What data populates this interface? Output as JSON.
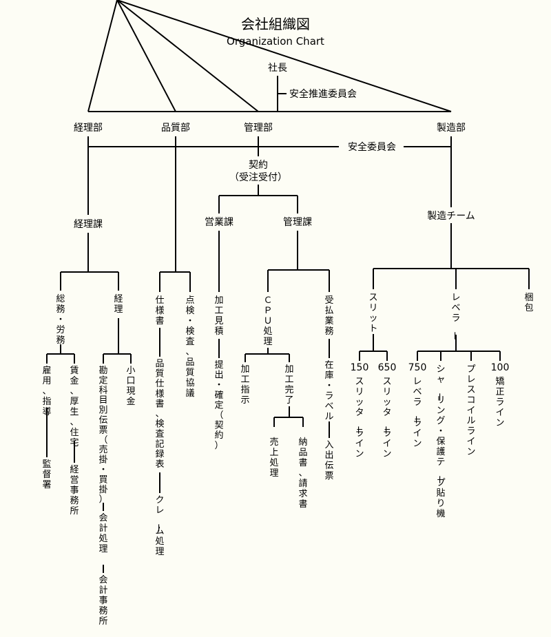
{
  "title": "会社組織図",
  "subtitle": "Organization Chart",
  "nodes": {
    "president": "社長",
    "safety_promo": "安全推進委員会",
    "accounting_dept": "経理部",
    "quality_dept": "品質部",
    "management_dept": "管理部",
    "manufacturing_dept": "製造部",
    "safety_committee": "安全委員会",
    "contract": "契約",
    "contract_sub": "（受注受付）",
    "accounting_section": "経理課",
    "sales_section": "営業課",
    "management_section": "管理課",
    "mfg_team": "製造チーム",
    "general_affairs": "総務・労務",
    "accounting": "経理",
    "employment": "雇用、指導",
    "supervision": "監督署",
    "wages": "賃金、厚生、住宅",
    "labor_office": "経営事務所",
    "ledger": "勘定科目別伝票（売掛・買掛）",
    "accounting_proc": "会計処理",
    "accounting_office": "会計事務所",
    "petty_cash": "小口現金",
    "spec_book": "仕様書",
    "quality_spec": "品質仕様書、検査記録表",
    "claims": "クレーム処理",
    "inspection": "点検・検査、品質協議",
    "estimate": "加工見積",
    "proposal": "提出・確定（契約）",
    "cpu": "ＣＰＵ処理",
    "process_instr": "加工指示",
    "process_done": "加工完了",
    "sales_proc": "売上処理",
    "delivery": "納品書、請求書",
    "receipt": "受払業務",
    "stock": "在庫・ラベル",
    "inout": "入出伝票",
    "slit": "スリット",
    "leveler": "レベラー",
    "packing": "梱包",
    "slit150_num": "150",
    "slit150_txt": "スリッターライン",
    "slit650_num": "650",
    "slit650_txt": "スリッターライン",
    "lev750_num": "750",
    "lev750_txt": "レベラーライン",
    "shearing": "シャーリング・保護テープ貼り機",
    "press": "プレスコイルライン",
    "str100_num": "100",
    "str100_txt": "矯正ライン"
  }
}
